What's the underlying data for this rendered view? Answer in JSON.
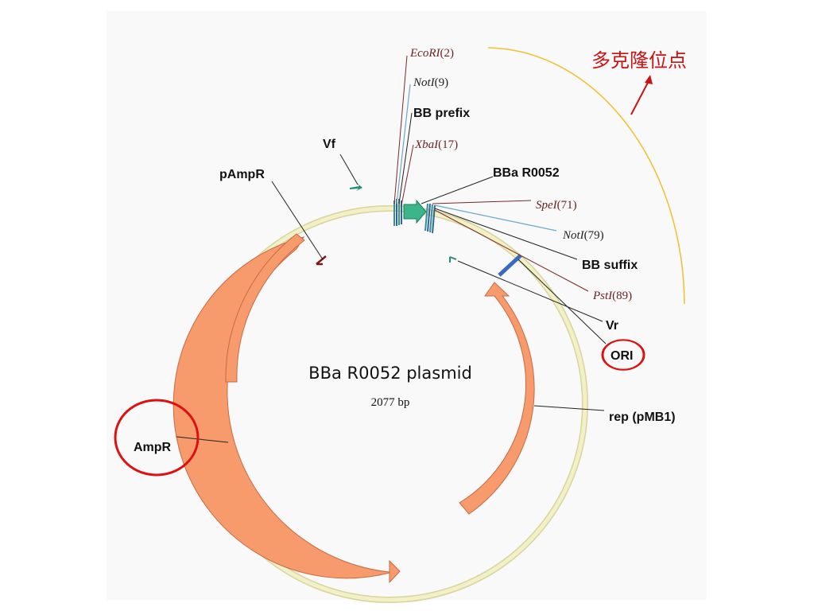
{
  "plasmid": {
    "name": "BBa R0052 plasmid",
    "size": "2077 bp"
  },
  "annotation": {
    "text": "多克隆位点"
  },
  "features": {
    "vf": "Vf",
    "pampr": "pAmpR",
    "bb_prefix": "BB prefix",
    "bba_r0052": "BBa R0052",
    "bb_suffix": "BB suffix",
    "vr": "Vr",
    "ori": "ORI",
    "rep": "rep (pMB1)",
    "ampr": "AmpR"
  },
  "sites": [
    {
      "name": "EcoRI",
      "pos": "(2)"
    },
    {
      "name": "NotI",
      "pos": "(9)"
    },
    {
      "name": "XbaI",
      "pos": "(17)"
    },
    {
      "name": "SpeI",
      "pos": "(71)"
    },
    {
      "name": "NotI",
      "pos": "(79)"
    },
    {
      "name": "PstI",
      "pos": "(89)"
    }
  ],
  "colors": {
    "backbone": "#f2f0c8",
    "backbone_edge": "#d8d49a",
    "orf": "#f79a6c",
    "orf_edge": "#c86a44",
    "site_line": "#7a2a2a",
    "noti_line": "#6aa6cc",
    "arc": "#f0c030",
    "circle": "#dd1111",
    "teal": "#2a8a7a",
    "promoter": "#7a1a1a"
  }
}
